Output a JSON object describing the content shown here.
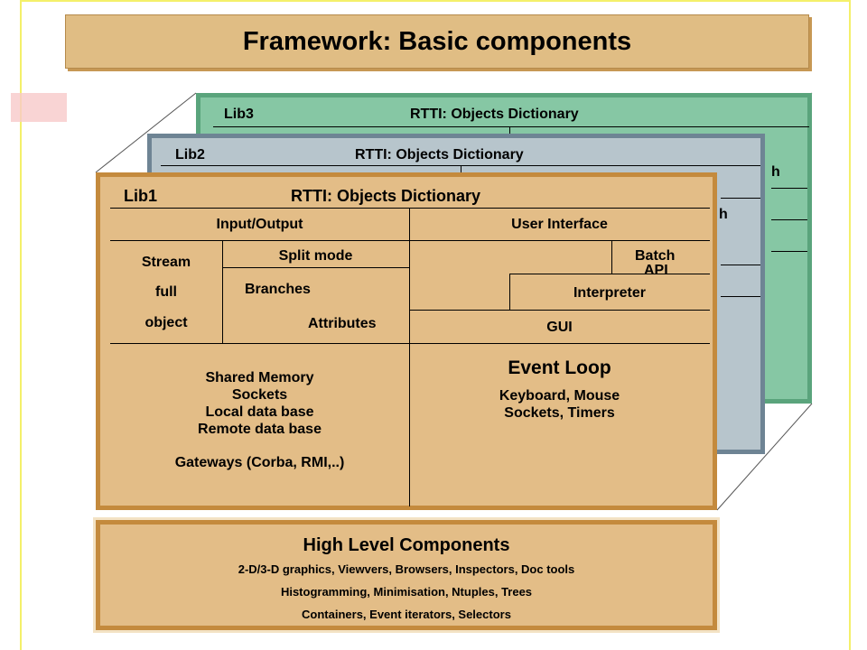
{
  "title": "Framework: Basic components",
  "lib3": {
    "name": "Lib3",
    "dict": "RTTI: Objects Dictionary",
    "clip_h": "h"
  },
  "lib2": {
    "name": "Lib2",
    "dict": "RTTI: Objects Dictionary",
    "clip_h": "h"
  },
  "lib1": {
    "name": "Lib1",
    "dict": "RTTI: Objects Dictionary",
    "io": "Input/Output",
    "ui": "User Interface",
    "stream_lines": [
      "Stream",
      "full",
      "object"
    ],
    "split_mode": "Split mode",
    "branches": "Branches",
    "attributes": "Attributes",
    "batch": "Batch",
    "api": "API",
    "interpreter": "Interpreter",
    "gui": "GUI",
    "services": [
      "Shared Memory",
      "Sockets",
      "Local data base",
      "Remote data base"
    ],
    "gateways": "Gateways (Corba, RMI,..)",
    "event_loop": "Event Loop",
    "event_items": [
      "Keyboard, Mouse",
      "Sockets, Timers"
    ]
  },
  "high_level": {
    "title": "High Level Components",
    "lines": [
      "2-D/3-D graphics, Viewvers, Browsers, Inspectors, Doc tools",
      "Histogramming, Minimisation, Ntuples, Trees",
      "Containers, Event iterators, Selectors"
    ]
  },
  "colors": {
    "tan": "#e3bd87",
    "tan_border": "#c48a3d",
    "green": "#86c7a4",
    "blue_grey": "#b7c5cc"
  }
}
